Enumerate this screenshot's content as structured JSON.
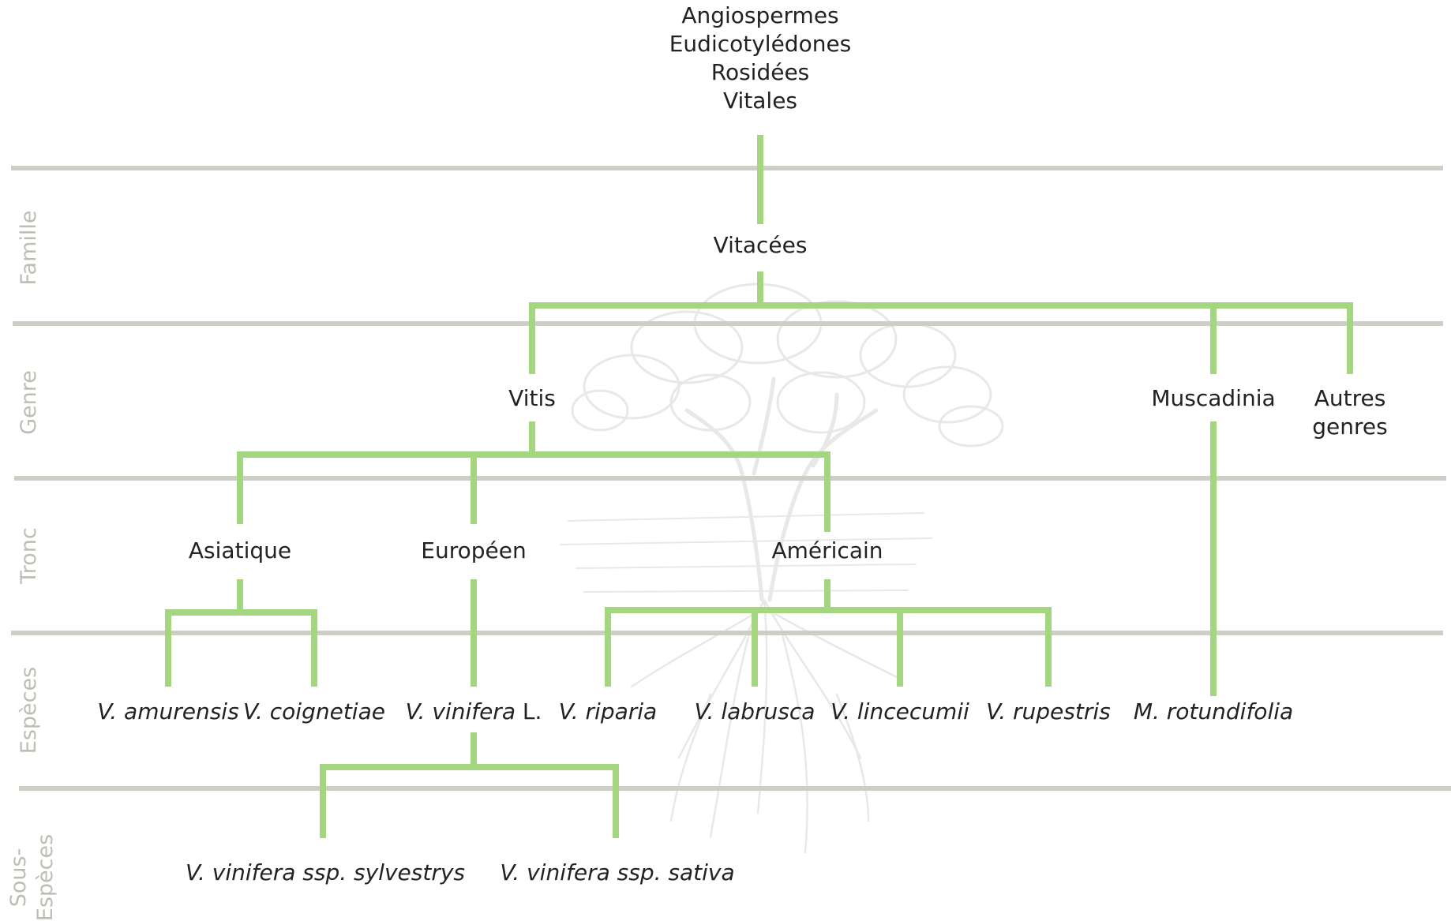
{
  "colors": {
    "connector": "#a4d57f",
    "band_line": "#cdcec4",
    "rank_label": "#bdbdb3",
    "text": "#222222",
    "illustration": "#9a9a9a"
  },
  "root": {
    "lines": [
      "Angiospermes",
      "Eudicotylédones",
      "Rosidées",
      "Vitales"
    ]
  },
  "ranks": {
    "famille": "Famille",
    "genre": "Genre",
    "tronc": "Tronc",
    "especes": "Espèces",
    "sous_especes_1": "Sous-",
    "sous_especes_2": "Espèces"
  },
  "nodes": {
    "vitacees": "Vitacées",
    "vitis": "Vitis",
    "muscadinia": "Muscadinia",
    "autres_genres_1": "Autres",
    "autres_genres_2": "genres",
    "asiatique": "Asiatique",
    "europeen": "Européen",
    "americain": "Américain",
    "v_amurensis": "V. amurensis",
    "v_coignetiae": "V. coignetiae",
    "v_vinifera": "V. vinifera",
    "v_vinifera_author": "L.",
    "v_riparia": "V. riparia",
    "v_labrusca": "V. labrusca",
    "v_lincecumii": "V. lincecumii",
    "v_rupestris": "V. rupestris",
    "m_rotundifolia": "M. rotundifolia",
    "ssp_sylvestrys": "V. vinifera ssp. sylvestrys",
    "ssp_sativa": "V. vinifera ssp. sativa"
  },
  "background_illustration": "grapevine-tree-illustration"
}
